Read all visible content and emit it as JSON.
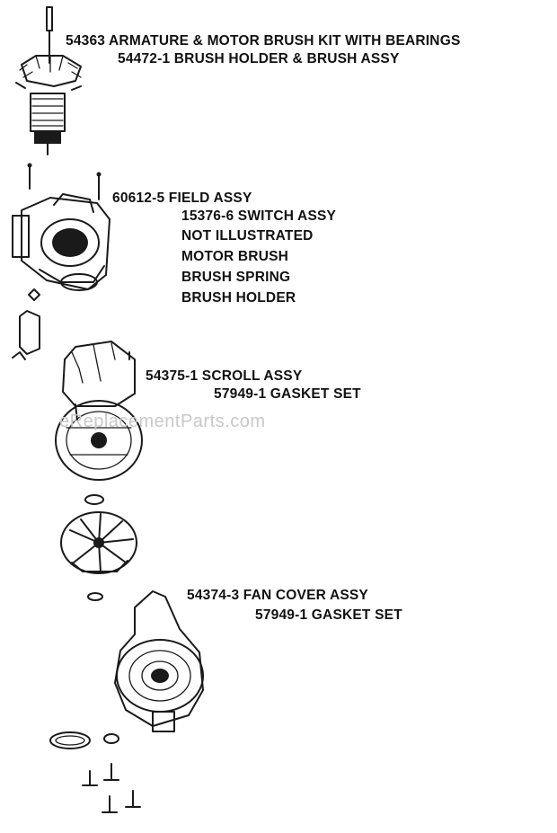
{
  "labels": {
    "armature_kit": "54363  ARMATURE & MOTOR BRUSH KIT WITH BEARINGS",
    "brush_holder_assy": "54472-1 BRUSH HOLDER & BRUSH ASSY",
    "field_assy": "60612-5 FIELD ASSY",
    "switch_assy": "15376-6 SWITCH ASSY",
    "not_illustrated": "NOT ILLUSTRATED",
    "motor_brush": "MOTOR BRUSH",
    "brush_spring": "BRUSH SPRING",
    "brush_holder": "BRUSH HOLDER",
    "scroll_assy": "54375-1 SCROLL ASSY",
    "scroll_gasket": "57949-1 GASKET SET",
    "fan_cover_assy": "54374-3 FAN COVER ASSY",
    "fan_cover_gasket": "57949-1 GASKET SET"
  },
  "watermark": "eReplacementParts.com"
}
